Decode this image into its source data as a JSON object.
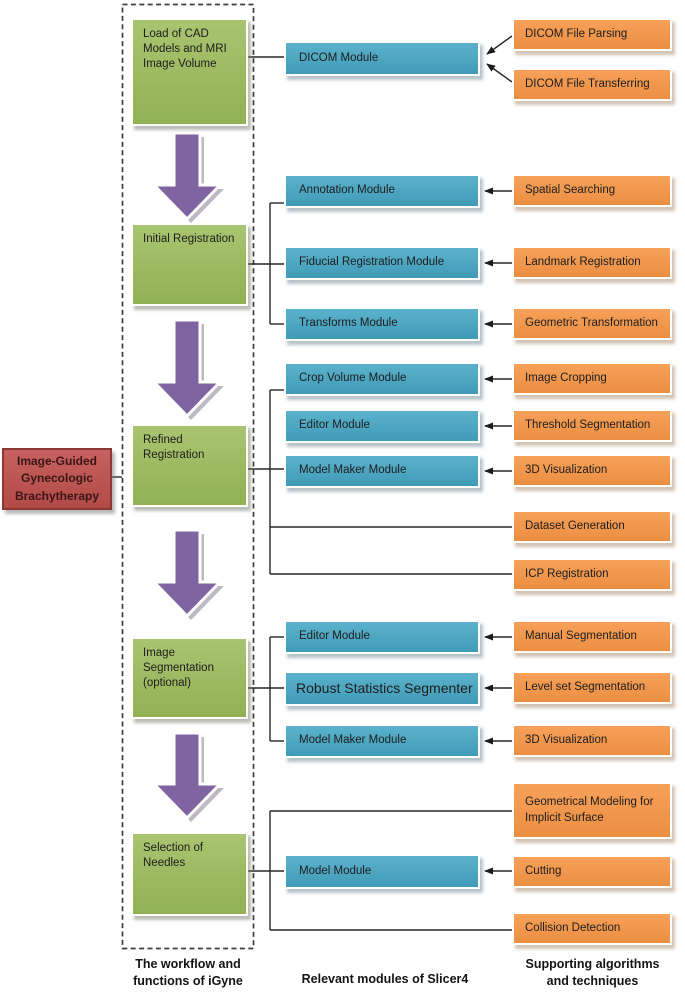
{
  "palette": {
    "green": "#9bbb59",
    "blue": "#45a7c5",
    "orange": "#f79646",
    "red": "#c0504d",
    "purple": "#8064a2",
    "line": "#262626"
  },
  "root": {
    "label": "Image-Guided Gynecologic Brachytherapy"
  },
  "workflow_steps": [
    {
      "label": "Load of CAD Models and MRI Image Volume"
    },
    {
      "label": "Initial Registration"
    },
    {
      "label": "Refined Registration"
    },
    {
      "label": "Image Segmentation (optional)"
    },
    {
      "label": "Selection of Needles"
    }
  ],
  "modules": [
    {
      "label": "DICOM Module"
    },
    {
      "label": "Annotation Module"
    },
    {
      "label": "Fiducial Registration Module"
    },
    {
      "label": "Transforms Module"
    },
    {
      "label": "Crop Volume Module"
    },
    {
      "label": "Editor Module"
    },
    {
      "label": "Model Maker Module"
    },
    {
      "label": "Editor Module"
    },
    {
      "label": "Robust Statistics Segmenter"
    },
    {
      "label": "Model Maker Module"
    },
    {
      "label": "Model Module"
    }
  ],
  "techniques": [
    {
      "label": "DICOM File Parsing"
    },
    {
      "label": "DICOM File Transferring"
    },
    {
      "label": "Spatial Searching"
    },
    {
      "label": "Landmark Registration"
    },
    {
      "label": "Geometric Transformation"
    },
    {
      "label": "Image Cropping"
    },
    {
      "label": "Threshold Segmentation"
    },
    {
      "label": "3D Visualization"
    },
    {
      "label": "Dataset Generation"
    },
    {
      "label": "ICP Registration"
    },
    {
      "label": "Manual Segmentation"
    },
    {
      "label": "Level set Segmentation"
    },
    {
      "label": "3D Visualization"
    },
    {
      "label": "Geometrical Modeling for Implicit Surface"
    },
    {
      "label": "Cutting"
    },
    {
      "label": "Collision Detection"
    }
  ],
  "captions": {
    "workflow": "The workflow and functions of iGyne",
    "modules": "Relevant modules of Slicer4",
    "techniques": "Supporting algorithms and techniques"
  }
}
